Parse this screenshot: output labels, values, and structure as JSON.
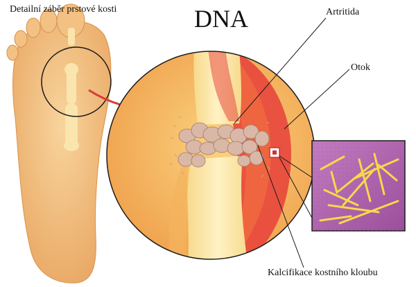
{
  "title": "DNA",
  "labels": {
    "foot_closeup": "Detailní záběr prstové kosti",
    "arthritis": "Artritida",
    "swelling": "Otok",
    "calcification": "Kalcifikace kostního kloubu"
  },
  "colors": {
    "skin": "#f4c487",
    "skin_shadow": "#e7a25c",
    "inflammation": "#e8463c",
    "bone": "#fbe7a4",
    "deposit": "#d9b8a8",
    "crystal_bg": "#b36cb0",
    "crystal": "#f3d84a"
  },
  "icons": [
    "zoom-arrow-icon"
  ]
}
